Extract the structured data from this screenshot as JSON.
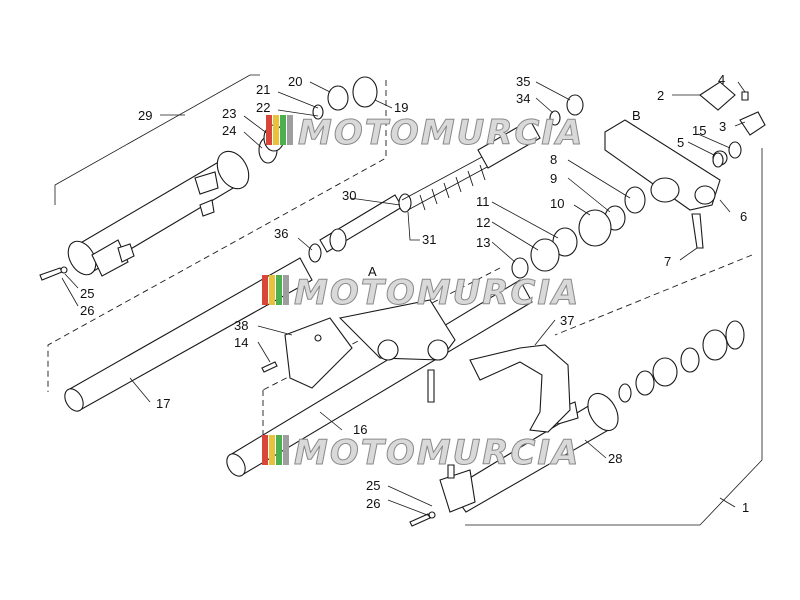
{
  "watermark": {
    "text": "MOTOMURCIA",
    "colors": [
      "#d8453b",
      "#e8c23a",
      "#4caf50",
      "#9e9e9e"
    ]
  },
  "callouts": [
    {
      "id": "c1",
      "text": "1"
    },
    {
      "id": "c2",
      "text": "2"
    },
    {
      "id": "c3",
      "text": "3"
    },
    {
      "id": "c4",
      "text": "4"
    },
    {
      "id": "c5",
      "text": "5"
    },
    {
      "id": "c6",
      "text": "6"
    },
    {
      "id": "c7",
      "text": "7"
    },
    {
      "id": "c8",
      "text": "8"
    },
    {
      "id": "c9",
      "text": "9"
    },
    {
      "id": "c10",
      "text": "10"
    },
    {
      "id": "c11",
      "text": "11"
    },
    {
      "id": "c12",
      "text": "12"
    },
    {
      "id": "c13",
      "text": "13"
    },
    {
      "id": "c14",
      "text": "14"
    },
    {
      "id": "c15",
      "text": "15"
    },
    {
      "id": "c16",
      "text": "16"
    },
    {
      "id": "c17",
      "text": "17"
    },
    {
      "id": "c19",
      "text": "19"
    },
    {
      "id": "c20",
      "text": "20"
    },
    {
      "id": "c21",
      "text": "21"
    },
    {
      "id": "c22",
      "text": "22"
    },
    {
      "id": "c23",
      "text": "23"
    },
    {
      "id": "c24",
      "text": "24"
    },
    {
      "id": "c25a",
      "text": "25"
    },
    {
      "id": "c26a",
      "text": "26"
    },
    {
      "id": "c25b",
      "text": "25"
    },
    {
      "id": "c26b",
      "text": "26"
    },
    {
      "id": "c28",
      "text": "28"
    },
    {
      "id": "c29",
      "text": "29"
    },
    {
      "id": "c30",
      "text": "30"
    },
    {
      "id": "c31",
      "text": "31"
    },
    {
      "id": "c34",
      "text": "34"
    },
    {
      "id": "c35",
      "text": "35"
    },
    {
      "id": "c36",
      "text": "36"
    },
    {
      "id": "c37",
      "text": "37"
    },
    {
      "id": "c38",
      "text": "38"
    },
    {
      "id": "cA",
      "text": "A"
    },
    {
      "id": "cB",
      "text": "B"
    }
  ]
}
